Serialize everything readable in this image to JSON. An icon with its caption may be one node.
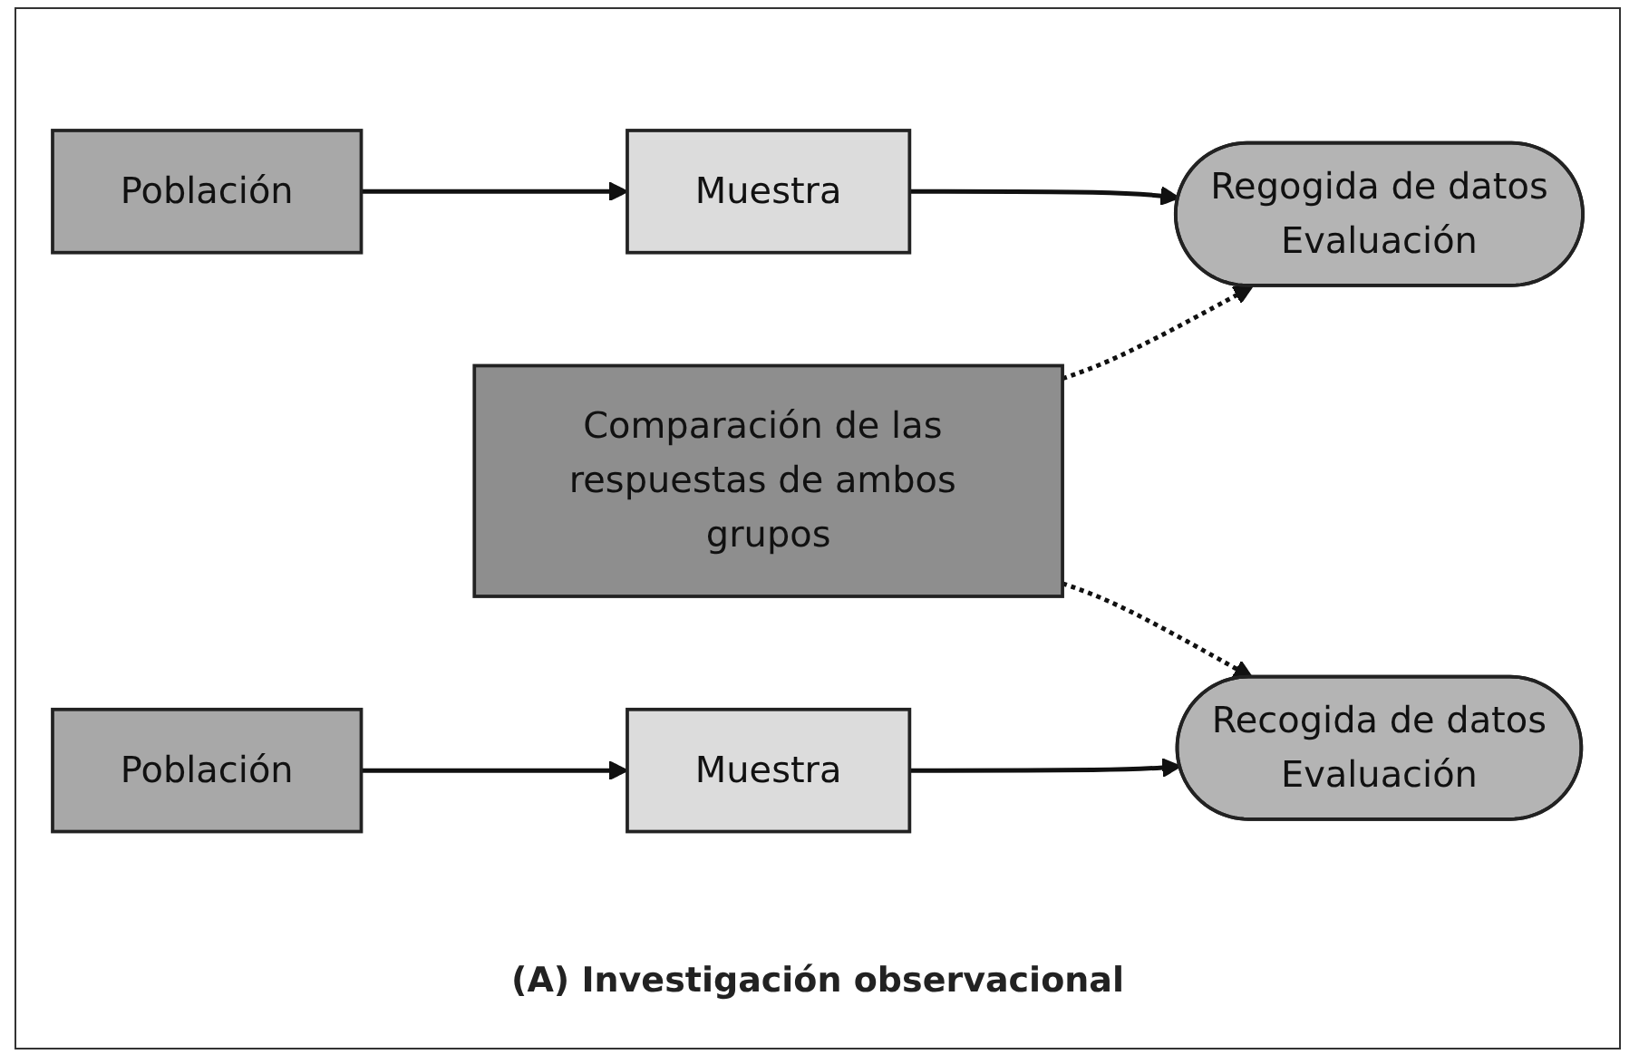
{
  "diagram": {
    "caption": "(A) Investigación observacional",
    "nodes": [
      {
        "text": [
          "Población"
        ]
      },
      {
        "text": [
          "Muestra"
        ]
      },
      {
        "text": [
          "Regogida de datos",
          "Evaluación"
        ]
      },
      {
        "text": [
          "Comparación de las respuestas de ambos grupos"
        ]
      },
      {
        "text": [
          "Muestra"
        ]
      },
      {
        "text": [
          "Recogida de datos",
          "Evaluación"
        ]
      },
      {
        "text": [
          "Población"
        ]
      }
    ],
    "edges": [
      {
        "from": 0,
        "to": 1,
        "arrow": "to"
      },
      {
        "from": 1,
        "to": 2,
        "arrow": "to"
      },
      {
        "from": 3,
        "to": 2,
        "arrow": "to",
        "style": "dashed"
      },
      {
        "from": 3,
        "to": 5,
        "arrow": "to",
        "style": "dashed"
      },
      {
        "from": 4,
        "to": 5,
        "arrow": "to"
      },
      {
        "from": 6,
        "to": 4,
        "arrow": "to"
      }
    ]
  }
}
